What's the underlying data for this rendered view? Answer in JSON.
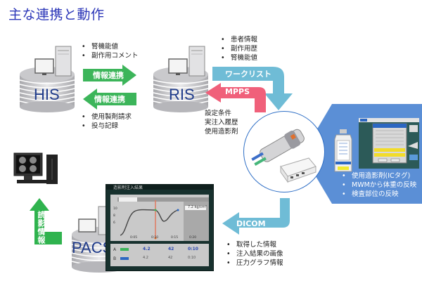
{
  "title": "主な連携と動作",
  "nodes": {
    "his": "HIS",
    "ris": "RIS",
    "pacs": "PACS"
  },
  "his_to_ris": {
    "items": [
      "腎機能値",
      "副作用コメント"
    ],
    "arrow_label": "情報連携"
  },
  "ris_to_his": {
    "items": [
      "使用製剤請求",
      "投与記録"
    ],
    "arrow_label": "情報連携"
  },
  "worklist": {
    "items": [
      "患者情報",
      "副作用歴",
      "腎機能値"
    ],
    "arrow_label": "ワークリスト"
  },
  "mpps": {
    "arrow_label": "MPPS",
    "items": [
      "設定条件",
      "実注入履歴",
      "使用造影剤"
    ]
  },
  "injector_panel": {
    "items": [
      "使用造影剤(ICタグ)",
      "MWMから体重の反映",
      "検査部位の反映"
    ]
  },
  "dicom": {
    "arrow_label": "DICOM",
    "items": [
      "取得した情報",
      "注入結果の画像",
      "圧力グラフ情報"
    ]
  },
  "reading": {
    "arrow_label": "読影情報"
  },
  "result_window": {
    "title": "造影剤注入結果",
    "time_ticks": [
      "0:05",
      "0:10",
      "0:15",
      "0:20"
    ],
    "y_ticks": [
      "10",
      "8",
      "6"
    ],
    "peak_label": "7.2 kg/cm²",
    "rows": [
      {
        "label": "A",
        "v1": "4.2",
        "v2": "42",
        "v3": "0:10"
      },
      {
        "label": "B",
        "v1": "4.2",
        "v2": "42",
        "v3": "0:10"
      }
    ]
  },
  "colors": {
    "title": "#2b36b8",
    "green_arrow": "#3cb55a",
    "cyan_arrow": "#6fbcd6",
    "pink_arrow": "#f0607a",
    "panel_blue": "#5b8fd6",
    "reading_green": "#2fb34e"
  }
}
